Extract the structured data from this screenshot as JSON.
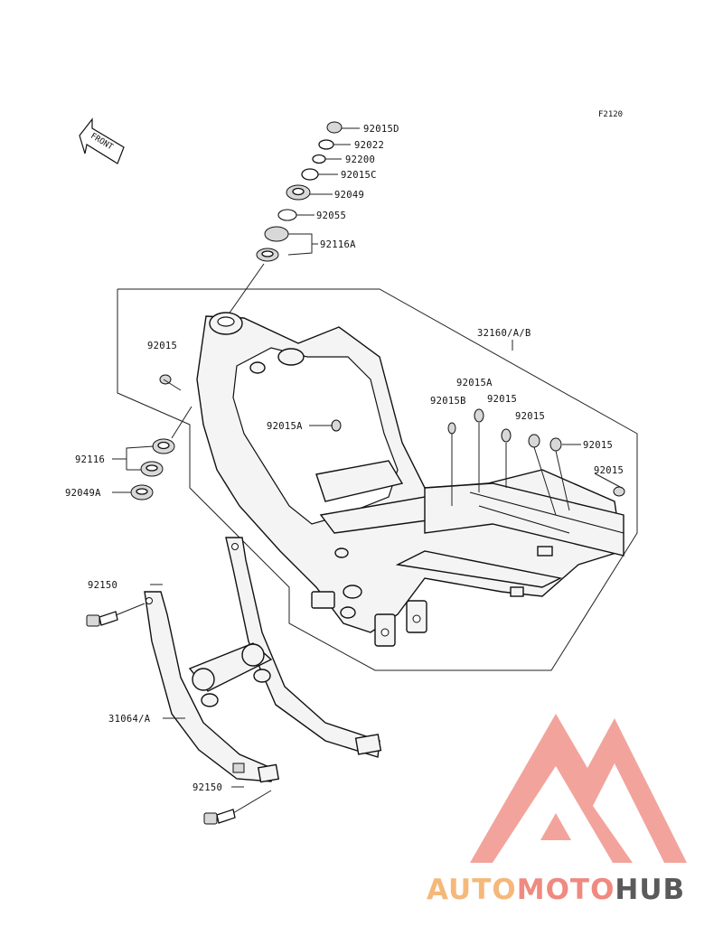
{
  "figure_code": "F2120",
  "front_arrow_label": "FRONT",
  "callouts": {
    "c1": "92015D",
    "c2": "92022",
    "c3": "92200",
    "c4": "92015C",
    "c5": "92049",
    "c6": "92055",
    "c7": "92116A",
    "c8": "32160/A/B",
    "c9": "92015",
    "c10": "92015A",
    "c11": "92015A",
    "c12": "92015B",
    "c13": "92015",
    "c14": "92015",
    "c15": "92015",
    "c16": "92015",
    "c17": "92116",
    "c18": "92049A",
    "c19": "92150",
    "c20": "31064/A",
    "c21": "92150"
  },
  "watermark": {
    "part1": "AUTO",
    "part2": "MOTO",
    "part3": "HUB",
    "color_light": "#f5b87a",
    "color_red": "#ef8a80",
    "color_dark": "#5a5a5a"
  }
}
